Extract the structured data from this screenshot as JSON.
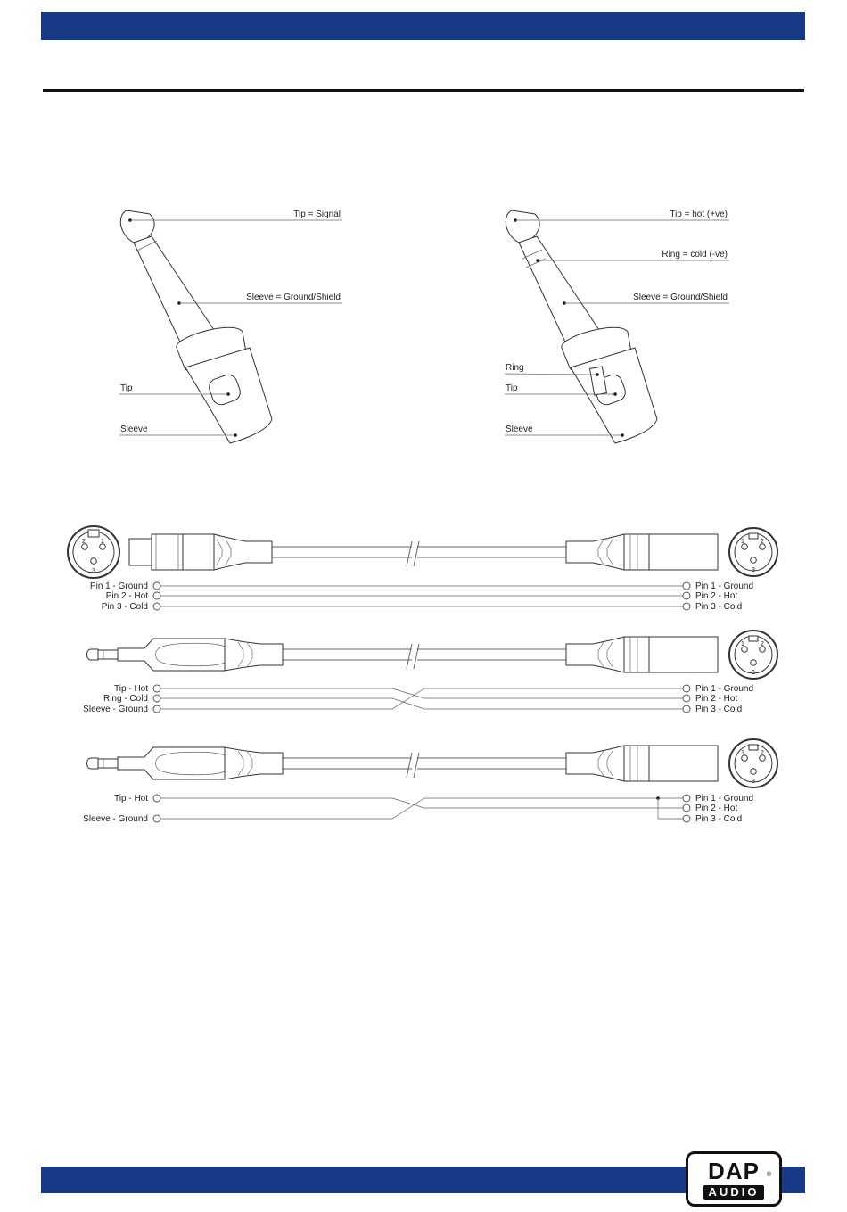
{
  "colors": {
    "band": "#173a87",
    "rule": "#111111",
    "line": "#666666"
  },
  "plugs": {
    "mono": {
      "tip_signal": "Tip = Signal",
      "sleeve_ground_shield": "Sleeve = Ground/Shield",
      "tip": "Tip",
      "sleeve": "Sleeve"
    },
    "stereo": {
      "tip_hot": "Tip = hot (+ve)",
      "ring_cold": "Ring = cold (-ve)",
      "sleeve_ground_shield": "Sleeve = Ground/Shield",
      "ring": "Ring",
      "tip": "Tip",
      "sleeve": "Sleeve"
    }
  },
  "wiring": {
    "xlr_xlr": {
      "left": [
        "Pin 1 - Ground",
        "Pin 2 - Hot",
        "Pin 3 - Cold"
      ],
      "right": [
        "Pin 1 - Ground",
        "Pin 2 - Hot",
        "Pin 3 - Cold"
      ]
    },
    "trs_xlr": {
      "left": [
        "Tip - Hot",
        "Ring - Cold",
        "Sleeve - Ground"
      ],
      "right": [
        "Pin 1 - Ground",
        "Pin 2 - Hot",
        "Pin 3 - Cold"
      ]
    },
    "ts_xlr": {
      "left": [
        "Tip - Hot",
        "Sleeve - Ground"
      ],
      "right": [
        "Pin 1 - Ground",
        "Pin 2 - Hot",
        "Pin 3 - Cold"
      ]
    },
    "pin_numbers": [
      "1",
      "2",
      "3"
    ]
  },
  "logo": {
    "top": "DAP",
    "bottom": "AUDIO",
    "reg": "®"
  }
}
